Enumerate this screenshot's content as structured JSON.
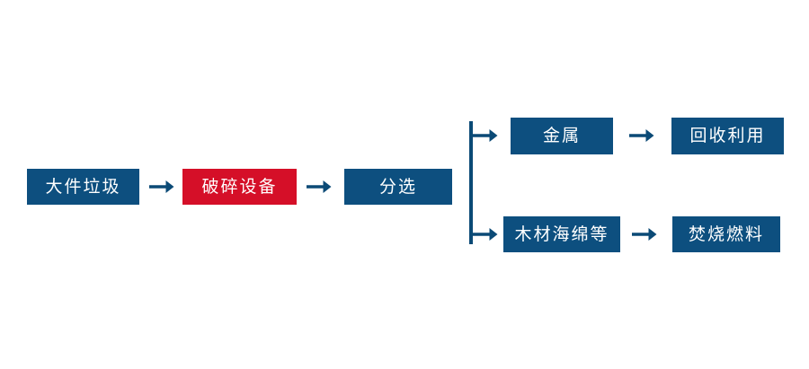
{
  "diagram": {
    "title": "",
    "colors": {
      "box_blue": "#0d4f7f",
      "box_red": "#d50f28",
      "arrow": "#0b4a76",
      "background": "#ffffff",
      "text": "#ffffff"
    },
    "nodes": {
      "bulky_waste": "大件垃圾",
      "shredder": "破碎设备",
      "sorting": "分选",
      "metal": "金属",
      "wood_sponge": "木材海绵等",
      "recycling": "回收利用",
      "incineration_fuel": "焚烧燃料"
    },
    "arrows": {
      "a1": "arrow-right",
      "a2": "arrow-right",
      "a3": "arrow-right-branch-top",
      "a4": "arrow-right-branch-bottom",
      "a5": "arrow-right",
      "a6": "arrow-right"
    },
    "connector": {
      "type": "vertical-bracket",
      "branches": 2
    }
  }
}
